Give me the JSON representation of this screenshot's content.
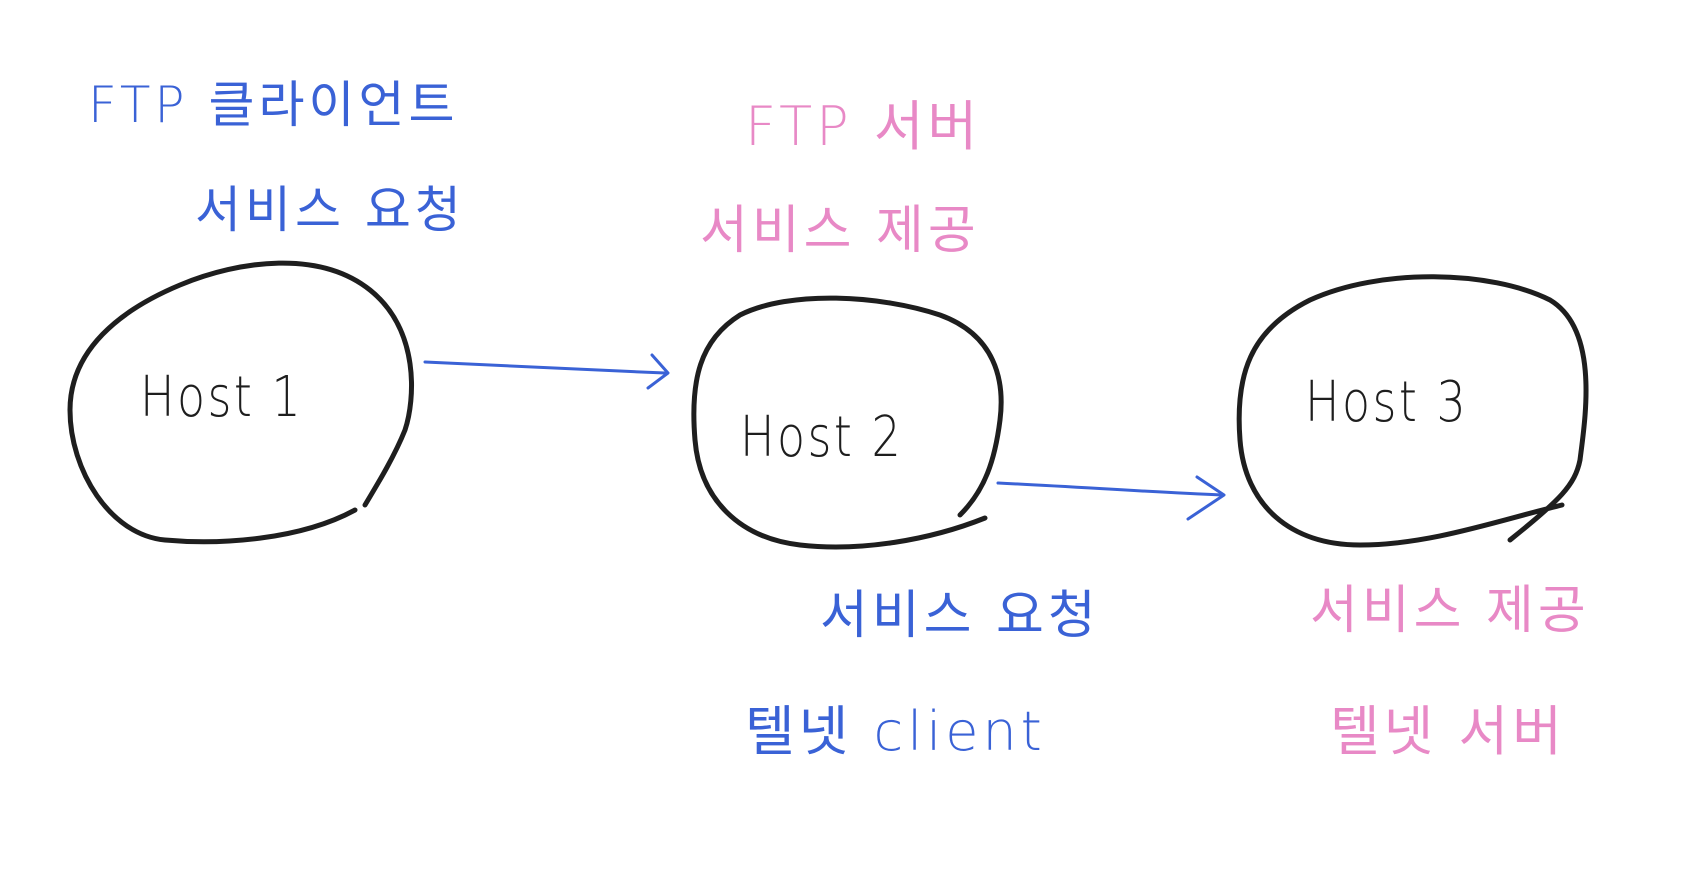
{
  "colors": {
    "blue": "#3a62d6",
    "pink": "#e889c6",
    "ink": "#1e1e1e"
  },
  "hosts": [
    {
      "label": "Host 1"
    },
    {
      "label": "Host 2"
    },
    {
      "label": "Host 3"
    }
  ],
  "annotations": {
    "host1_top": {
      "line1": "FTP 클라이언트",
      "line2": "서비스 요청"
    },
    "host2_top": {
      "line1": "FTP 서버",
      "line2": "서비스 제공"
    },
    "host2_bottom": {
      "line1": "서비스 요청",
      "line2": "텔넷 client"
    },
    "host3_bottom": {
      "line1": "서비스 제공",
      "line2": "텔넷 서버"
    }
  }
}
